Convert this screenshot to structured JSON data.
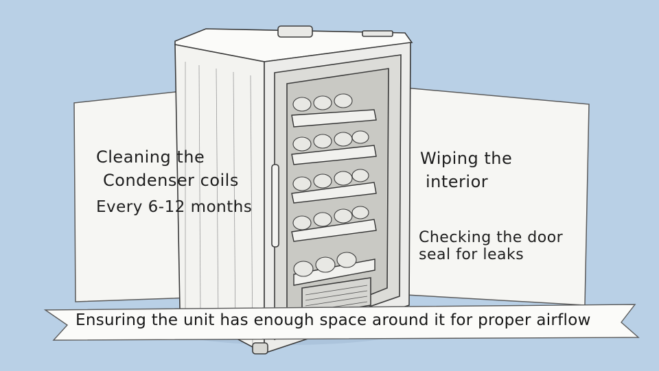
{
  "left_card": {
    "line1": "Cleaning the",
    "line2": "Condenser coils",
    "line3": "Every 6-12 months"
  },
  "right_card": {
    "wiping_line1": "Wiping the",
    "wiping_line2": "interior",
    "seal_line1": "Checking the door",
    "seal_line2": "seal for leaks"
  },
  "banner": {
    "text": "Ensuring the unit has enough space around it for proper airflow"
  },
  "colors": {
    "background": "#b9d0e6",
    "card": "#f6f6f3",
    "ink": "#1d1d1d"
  },
  "icons": {
    "fridge": "wine-cooler-sketch-icon"
  }
}
